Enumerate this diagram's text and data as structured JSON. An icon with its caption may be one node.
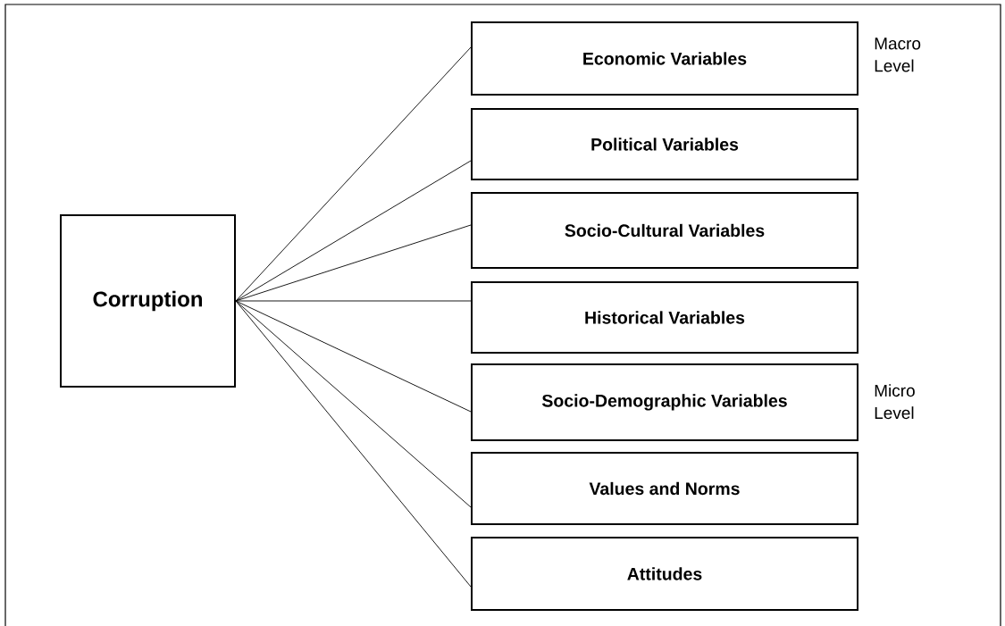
{
  "diagram": {
    "nodes": [
      {
        "text": [
          "Corruption"
        ]
      },
      {
        "text": [
          "Economic Variables"
        ]
      },
      {
        "text": [
          "Political Variables"
        ]
      },
      {
        "text": [
          "Socio-Cultural Variables"
        ]
      },
      {
        "text": [
          "Historical Variables"
        ]
      },
      {
        "text": [
          "Socio-Demographic Variables"
        ]
      },
      {
        "text": [
          "Values and Norms"
        ]
      },
      {
        "text": [
          "Attitudes"
        ]
      }
    ],
    "edges": [
      {
        "from": 0,
        "to": 1,
        "arrow": "none"
      },
      {
        "from": 0,
        "to": 2,
        "arrow": "none"
      },
      {
        "from": 0,
        "to": 3,
        "arrow": "none"
      },
      {
        "from": 0,
        "to": 4,
        "arrow": "none"
      },
      {
        "from": 0,
        "to": 5,
        "arrow": "none"
      },
      {
        "from": 0,
        "to": 6,
        "arrow": "none"
      },
      {
        "from": 0,
        "to": 7,
        "arrow": "none"
      }
    ],
    "labels": [
      "Macro Level",
      "Micro Level"
    ]
  }
}
